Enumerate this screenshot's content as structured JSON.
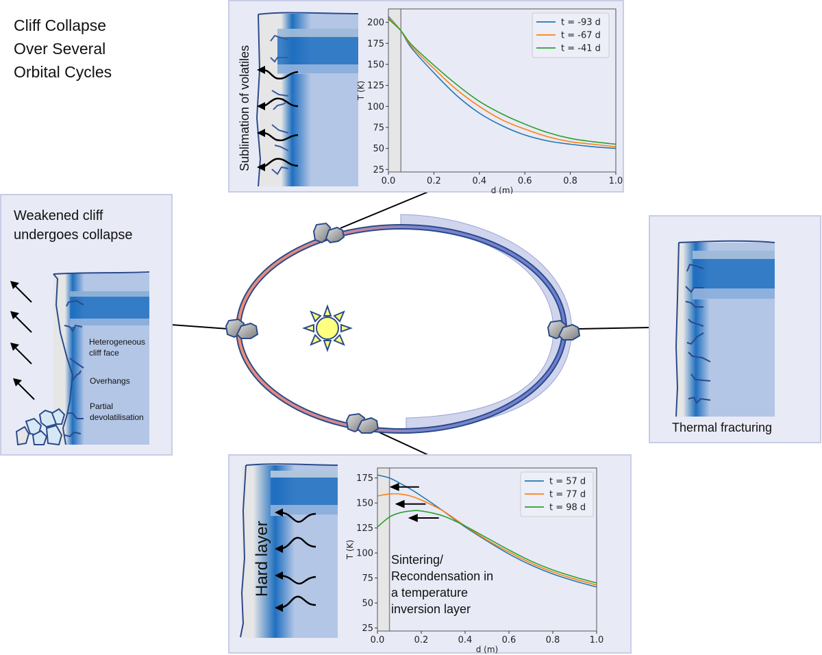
{
  "title": "Cliff Collapse\nOver Several\nOrbital Cycles",
  "panels": {
    "top": {
      "label": "Sublimation of volatiles"
    },
    "left": {
      "title": "Weakened cliff\nundergoes collapse",
      "labels": [
        "Heterogeneous\ncliff face",
        "Overhangs",
        "Partial\ndevolatilisation"
      ]
    },
    "right": {
      "caption": "Thermal fracturing"
    },
    "bottom": {
      "label": "Hard layer",
      "annotation": "Sintering/\nRecondensation in\na temperature\ninversion layer"
    }
  },
  "colors": {
    "panel_bg": "#e8eaf6",
    "ice_blue": "#1f6fbf",
    "pale_blue": "#b3c6e6",
    "dust_grey": "#e6e6e6",
    "outline": "#2a4a8a",
    "orbit_warm": "#e8907a",
    "orbit_cold": "#6f7fcf",
    "sun_yellow": "#ffff80",
    "series_blue": "#1f77b4",
    "series_orange": "#ff7f0e",
    "series_green": "#2ca02c"
  },
  "chart_data": [
    {
      "type": "line",
      "title": "",
      "xlabel": "d (m)",
      "ylabel": "T (K)",
      "xlim": [
        0.0,
        1.0
      ],
      "ylim": [
        22,
        216
      ],
      "xticks": [
        "0.0",
        "0.2",
        "0.4",
        "0.6",
        "0.8",
        "1.0"
      ],
      "yticks": [
        "25",
        "50",
        "75",
        "100",
        "125",
        "150",
        "175",
        "200"
      ],
      "shaded_region_x": [
        0.0,
        0.055
      ],
      "legend": "top-right",
      "x": [
        0.0,
        0.055,
        0.1,
        0.2,
        0.3,
        0.4,
        0.5,
        0.6,
        0.7,
        0.8,
        0.9,
        1.0
      ],
      "series": [
        {
          "name": "t = -93 d",
          "color": "#1f77b4",
          "values": [
            207,
            190,
            170,
            140,
            113,
            92,
            77,
            66,
            59,
            55,
            52,
            50
          ]
        },
        {
          "name": "t = -67 d",
          "color": "#ff7f0e",
          "values": [
            206,
            190,
            172,
            145,
            120,
            100,
            84,
            73,
            64,
            58,
            55,
            52
          ]
        },
        {
          "name": "t = -41 d",
          "color": "#2ca02c",
          "values": [
            204,
            190,
            174,
            149,
            126,
            106,
            91,
            79,
            69,
            62,
            58,
            55
          ]
        }
      ]
    },
    {
      "type": "line",
      "title": "",
      "xlabel": "d (m)",
      "ylabel": "T (K)",
      "xlim": [
        0.0,
        1.0
      ],
      "ylim": [
        22,
        185
      ],
      "xticks": [
        "0.0",
        "0.2",
        "0.4",
        "0.6",
        "0.8",
        "1.0"
      ],
      "yticks": [
        "25",
        "50",
        "75",
        "100",
        "125",
        "150",
        "175"
      ],
      "shaded_region_x": [
        0.0,
        0.055
      ],
      "legend": "top-right",
      "x": [
        0.0,
        0.055,
        0.1,
        0.15,
        0.2,
        0.3,
        0.4,
        0.5,
        0.6,
        0.7,
        0.8,
        0.9,
        1.0
      ],
      "series": [
        {
          "name": "t = 57 d",
          "color": "#1f77b4",
          "values": [
            178,
            175,
            170,
            164,
            157,
            142,
            126,
            112,
            99,
            88,
            79,
            72,
            66
          ]
        },
        {
          "name": "t = 77 d",
          "color": "#ff7f0e",
          "values": [
            157,
            159,
            159,
            157,
            153,
            142,
            127,
            113,
            101,
            90,
            81,
            74,
            68
          ]
        },
        {
          "name": "t = 98 d",
          "color": "#2ca02c",
          "values": [
            126,
            136,
            140,
            142,
            142,
            137,
            127,
            115,
            103,
            92,
            83,
            76,
            70
          ]
        }
      ],
      "annotation": "Sintering/ Recondensation in a temperature inversion layer",
      "arrows": "three left-pointing arrows near the temperature maxima"
    }
  ]
}
